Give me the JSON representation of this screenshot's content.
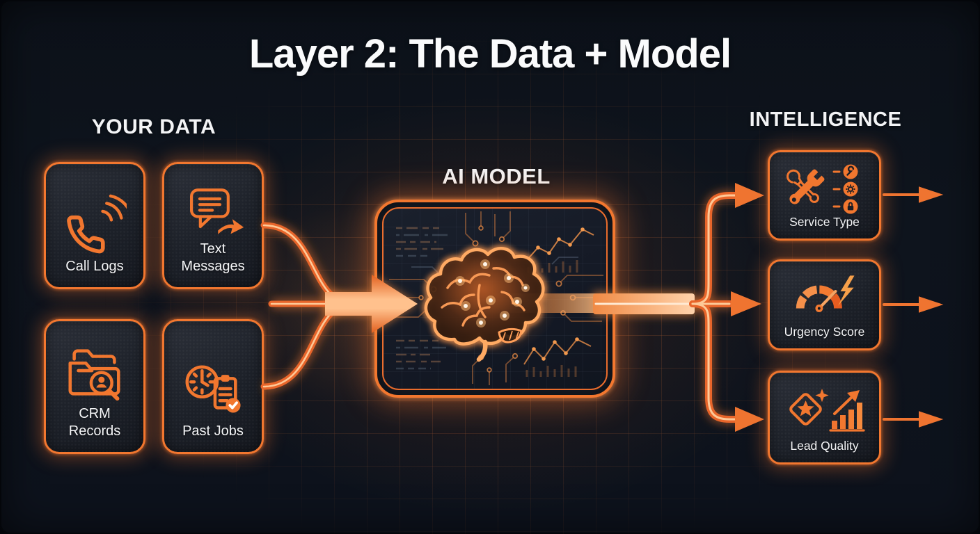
{
  "title": "Layer 2: The Data + Model",
  "colors": {
    "accent": "#f2772f",
    "accent_light": "#ffcf9e",
    "background": "#0d121b",
    "card_background": "#1d2129",
    "text": "#f4f5f7"
  },
  "your_data": {
    "heading": "YOUR DATA",
    "cards": [
      {
        "label": "Call Logs",
        "icon": "phone-icon"
      },
      {
        "label": "Text Messages",
        "icon": "chat-forward-icon"
      },
      {
        "label": "CRM Records",
        "icon": "folder-search-icon"
      },
      {
        "label": "Past Jobs",
        "icon": "clock-clipboard-icon"
      }
    ]
  },
  "ai_model": {
    "heading": "AI MODEL",
    "illustration": "brain-circuit"
  },
  "intelligence": {
    "heading": "INTELLIGENCE",
    "cards": [
      {
        "label": "Service Type",
        "icon": "tools-icon"
      },
      {
        "label": "Urgency Score",
        "icon": "gauge-icon"
      },
      {
        "label": "Lead Quality",
        "icon": "badge-chart-icon"
      }
    ]
  }
}
